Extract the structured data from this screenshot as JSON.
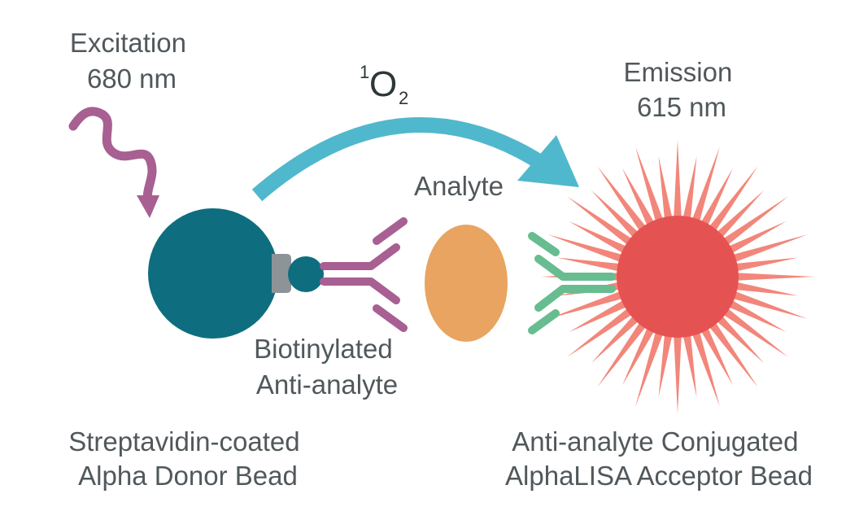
{
  "colors": {
    "text": "#51585c",
    "donor_bead": "#0e6e7f",
    "linker": "#8d9497",
    "biotinylated_antibody": "#a85f92",
    "analyte": "#e8a460",
    "acceptor_antibody": "#67bd8f",
    "acceptor_core": "#e55252",
    "acceptor_rays": "#f2867a",
    "singlet_oxygen_arrow": "#50b8cc",
    "excitation_wave": "#a85f92"
  },
  "labels": {
    "excitation": [
      "Excitation",
      "680 nm"
    ],
    "singlet_oxygen": {
      "prefix": "1",
      "element": "O",
      "subscript": "2"
    },
    "emission": [
      "Emission",
      "615 nm"
    ],
    "analyte": "Analyte",
    "biotinylated": [
      "Biotinylated",
      "Anti-analyte"
    ],
    "donor_bead": [
      "Streptavidin-coated",
      "Alpha Donor Bead"
    ],
    "acceptor_bead": [
      "Anti-analyte Conjugated",
      "AlphaLISA Acceptor Bead"
    ]
  },
  "icons": {
    "excitation": "wavy-arrow-icon",
    "transfer": "curved-arrow-icon",
    "acceptor": "starburst-icon"
  }
}
